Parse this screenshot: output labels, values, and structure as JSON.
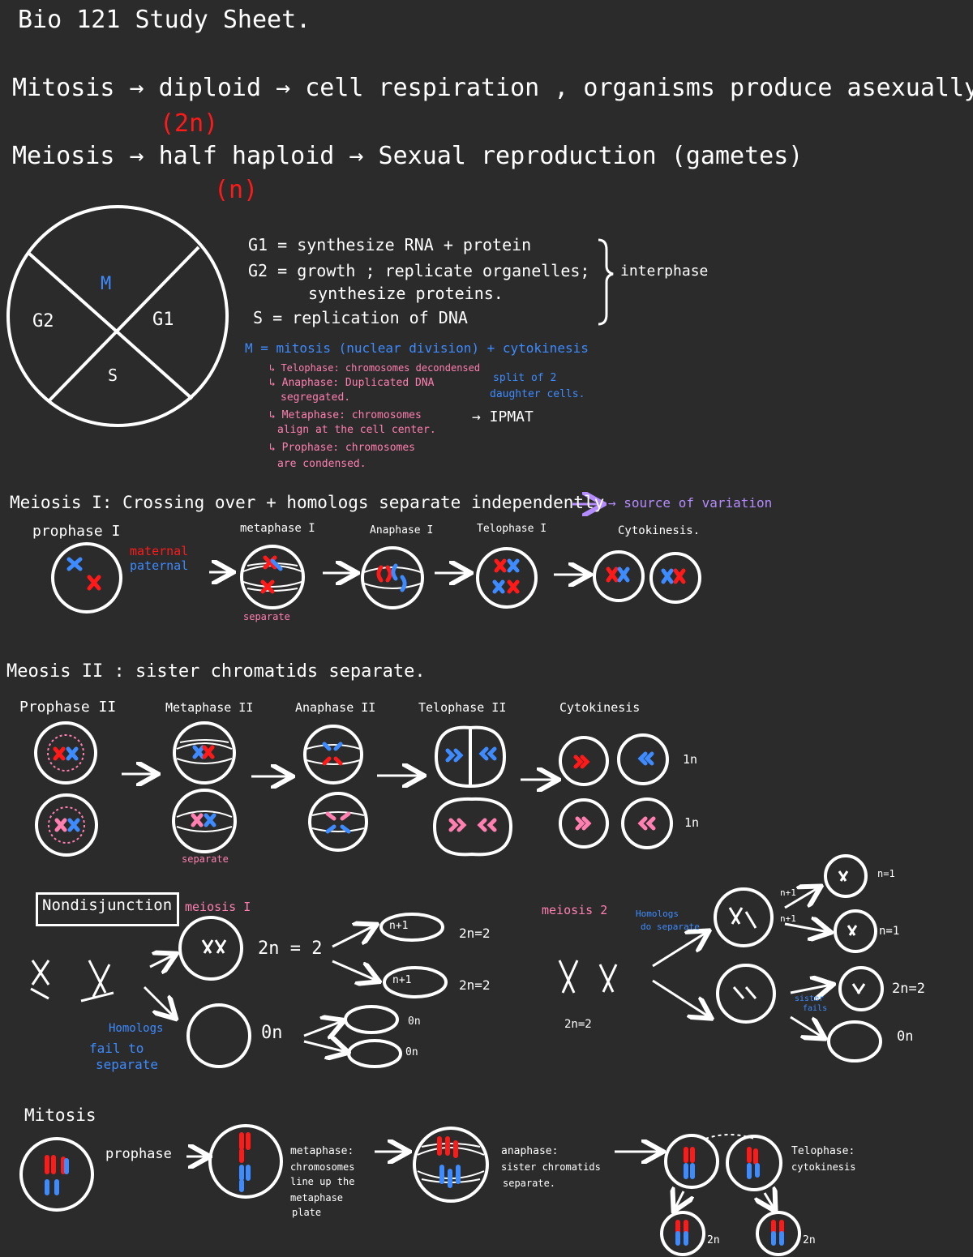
{
  "header": {
    "title": "Bio 121 Study Sheet."
  },
  "intro": {
    "mitosis_line": "Mitosis → diploid → cell respiration , organisms produce asexually.",
    "mitosis_ploidy": "(2n)",
    "meiosis_line": "Meiosis → half haploid → Sexual reproduction (gametes)",
    "meiosis_ploidy": "(n)"
  },
  "cell_cycle": {
    "labels": {
      "m": "M",
      "g1": "G1",
      "g2": "G2",
      "s": "S"
    },
    "g1": "G1 = synthesize RNA + protein",
    "g2_a": "G2 = growth ; replicate organelles;",
    "g2_b": "synthesize proteins.",
    "s": "S = replication of DNA",
    "interphase": "interphase",
    "m_line": "M = mitosis (nuclear division) + cytokinesis",
    "telophase": "↳ Telophase: chromosomes decondensed",
    "anaphase_a": "↳ Anaphase: Duplicated DNA",
    "anaphase_b": "segregated.",
    "split_a": "split of 2",
    "split_b": "daughter cells.",
    "metaphase_a": "↳ Metaphase: chromosomes",
    "metaphase_b": "align at the cell center.",
    "ipmat": "→ IPMAT",
    "prophase_a": "↳ Prophase: chromosomes",
    "prophase_b": "are condensed."
  },
  "meiosis1": {
    "heading": "Meiosis I: Crossing over + homologs separate independently",
    "variation": "→ source of variation",
    "stages": [
      "prophase I",
      "metaphase I",
      "Anaphase I",
      "Telophase I",
      "Cytokinesis."
    ],
    "maternal": "maternal",
    "paternal": "paternal",
    "separate": "separate"
  },
  "meiosis2": {
    "heading": "Meosis II : sister chromatids separate.",
    "stages": [
      "Prophase II",
      "Metaphase II",
      "Anaphase II",
      "Telophase II",
      "Cytokinesis"
    ],
    "separate": "separate",
    "n1": "1n",
    "n2": "1n"
  },
  "nondisjunction": {
    "box": "Nondisjunction",
    "meiosis1": "meiosis I",
    "meiosis2": "meiosis 2",
    "two_n": "2n = 2",
    "zero_n": "0n",
    "c1_label": "n+1",
    "c2_label": "n+1",
    "c1_side": "2n=2",
    "c2_side": "2n=2",
    "zero_a": "0n",
    "zero_b": "0n",
    "fail_a": "Homologs",
    "fail_b": "fail to",
    "fail_c": "separate",
    "two_n_left": "2n=2",
    "homologs_sep_a": "Homologs",
    "homologs_sep_b": "do separate",
    "n1a": "n+1",
    "n1b": "n+1",
    "r1": "n=1",
    "r2": "n=1",
    "r3": "2n=2",
    "r4": "0n",
    "sister_a": "sister",
    "sister_b": "fails"
  },
  "mitosis": {
    "heading": "Mitosis",
    "prophase": "prophase",
    "metaphase_a": "metaphase:",
    "metaphase_b": "chromosomes",
    "metaphase_c": "line up the",
    "metaphase_d": "metaphase",
    "metaphase_e": "plate",
    "anaphase_a": "anaphase:",
    "anaphase_b": "sister chromatids",
    "anaphase_c": "separate.",
    "telophase_a": "Telophase:",
    "telophase_b": "cytokinesis",
    "d1": "2n",
    "d2": "2n"
  }
}
